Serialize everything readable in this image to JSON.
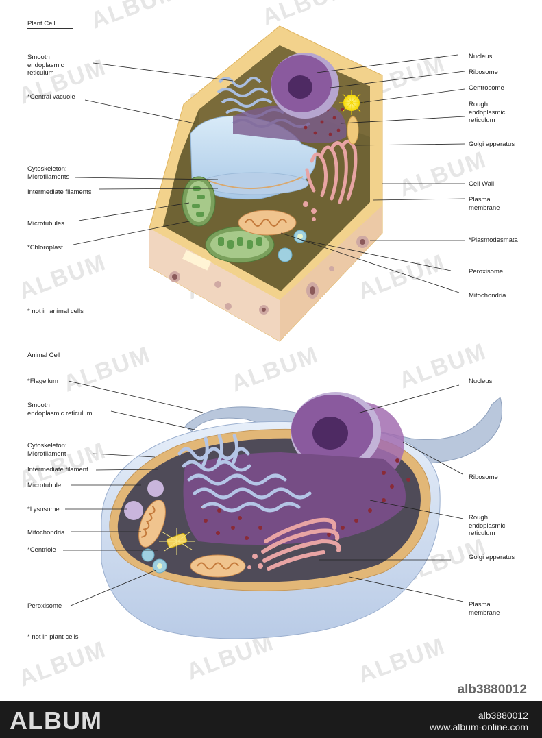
{
  "plant": {
    "title": "Plant Cell",
    "note": "* not in animal cells",
    "labels": {
      "ser": "Smooth\nendoplasmic\nreticulum",
      "vacuole": "*Central vacuole",
      "cyto": "Cytoskeleton:\nMicrofilaments",
      "inter": "Intermediate filaments",
      "micro": "Microtubules",
      "chloro": "*Chloroplast",
      "nucleus": "Nucleus",
      "ribosome": "Ribosome",
      "centrosome": "Centrosome",
      "rer": "Rough\nendoplasmic\nreticulum",
      "golgi": "Golgi apparatus",
      "wall": "Cell Wall",
      "membrane": "Plasma\nmembrane",
      "plasmo": "*Plasmodesmata",
      "perox": "Peroxisome",
      "mito": "Mitochondria"
    }
  },
  "animal": {
    "title": "Animal Cell",
    "note": "* not in plant cells",
    "labels": {
      "flag": "*Flagellum",
      "ser": "Smooth\nendoplasmic reticulum",
      "cyto": "Cytoskeleton:\nMicrofilament",
      "inter": "Intermediate filament",
      "micro": "Microtubule",
      "lyso": "*Lysosome",
      "mito": "Mitochondria",
      "centriole": "*Centriole",
      "perox": "Peroxisome",
      "nucleus": "Nucleus",
      "ribosome": "Ribosome",
      "rer": "Rough\nendoplasmic\nreticulum",
      "golgi": "Golgi apparatus",
      "membrane": "Plasma\nmembrane"
    }
  },
  "watermark": "ALBUM",
  "image_id": "alb3880012",
  "footer": {
    "brand": "ALBUM",
    "id": "alb3880012",
    "url": "www.album-online.com"
  }
}
